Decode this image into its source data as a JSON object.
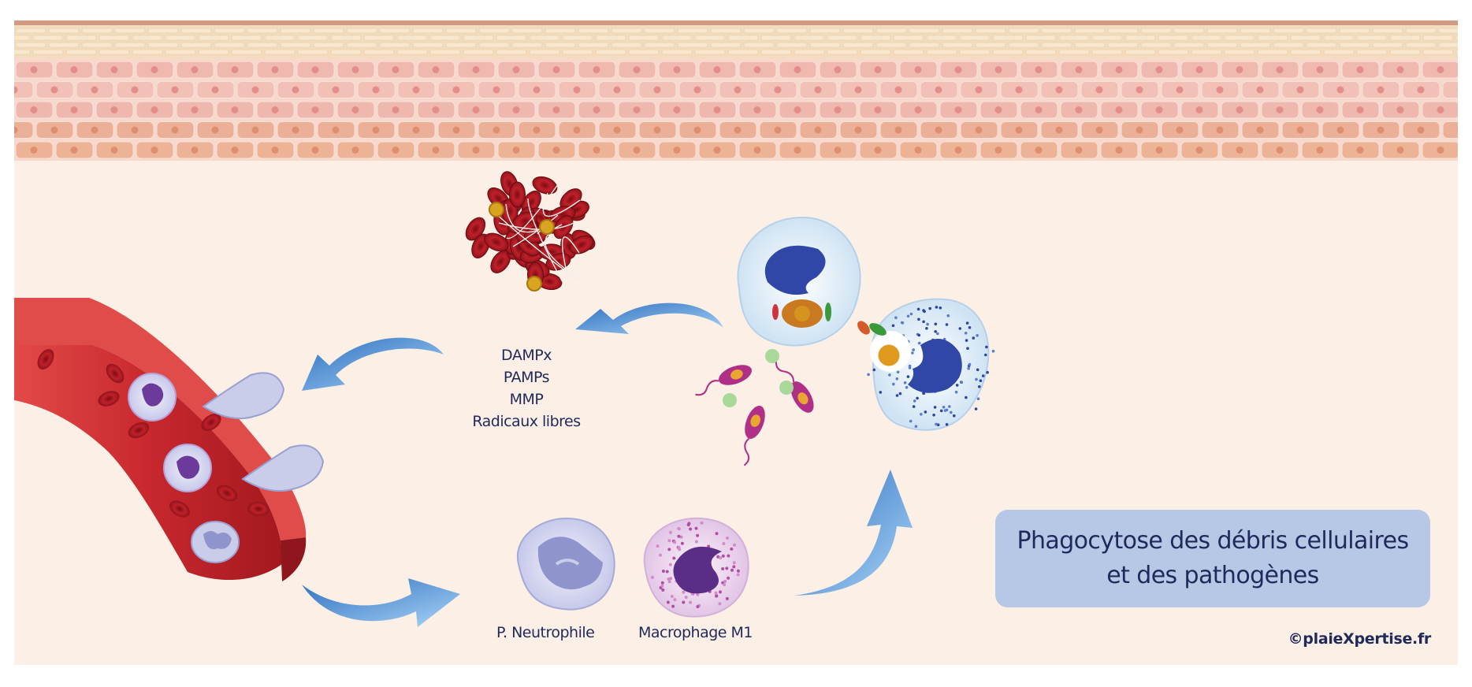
{
  "mediators": [
    "DAMPx",
    "PAMPs",
    "MMP",
    "Radicaux libres"
  ],
  "cells": {
    "neutrophil_label": "P. Neutrophile",
    "macrophage_label": "Macrophage M1"
  },
  "caption": "Phagocytose des débris cellulaires et des pathogènes",
  "copyright": "©plaieXpertise.fr",
  "colors": {
    "background": "#fcefe6",
    "text": "#1f2a5a",
    "caption_box": "#b7c8e6",
    "vessel": "#c8282e",
    "arrow": "#4f8fd6"
  }
}
